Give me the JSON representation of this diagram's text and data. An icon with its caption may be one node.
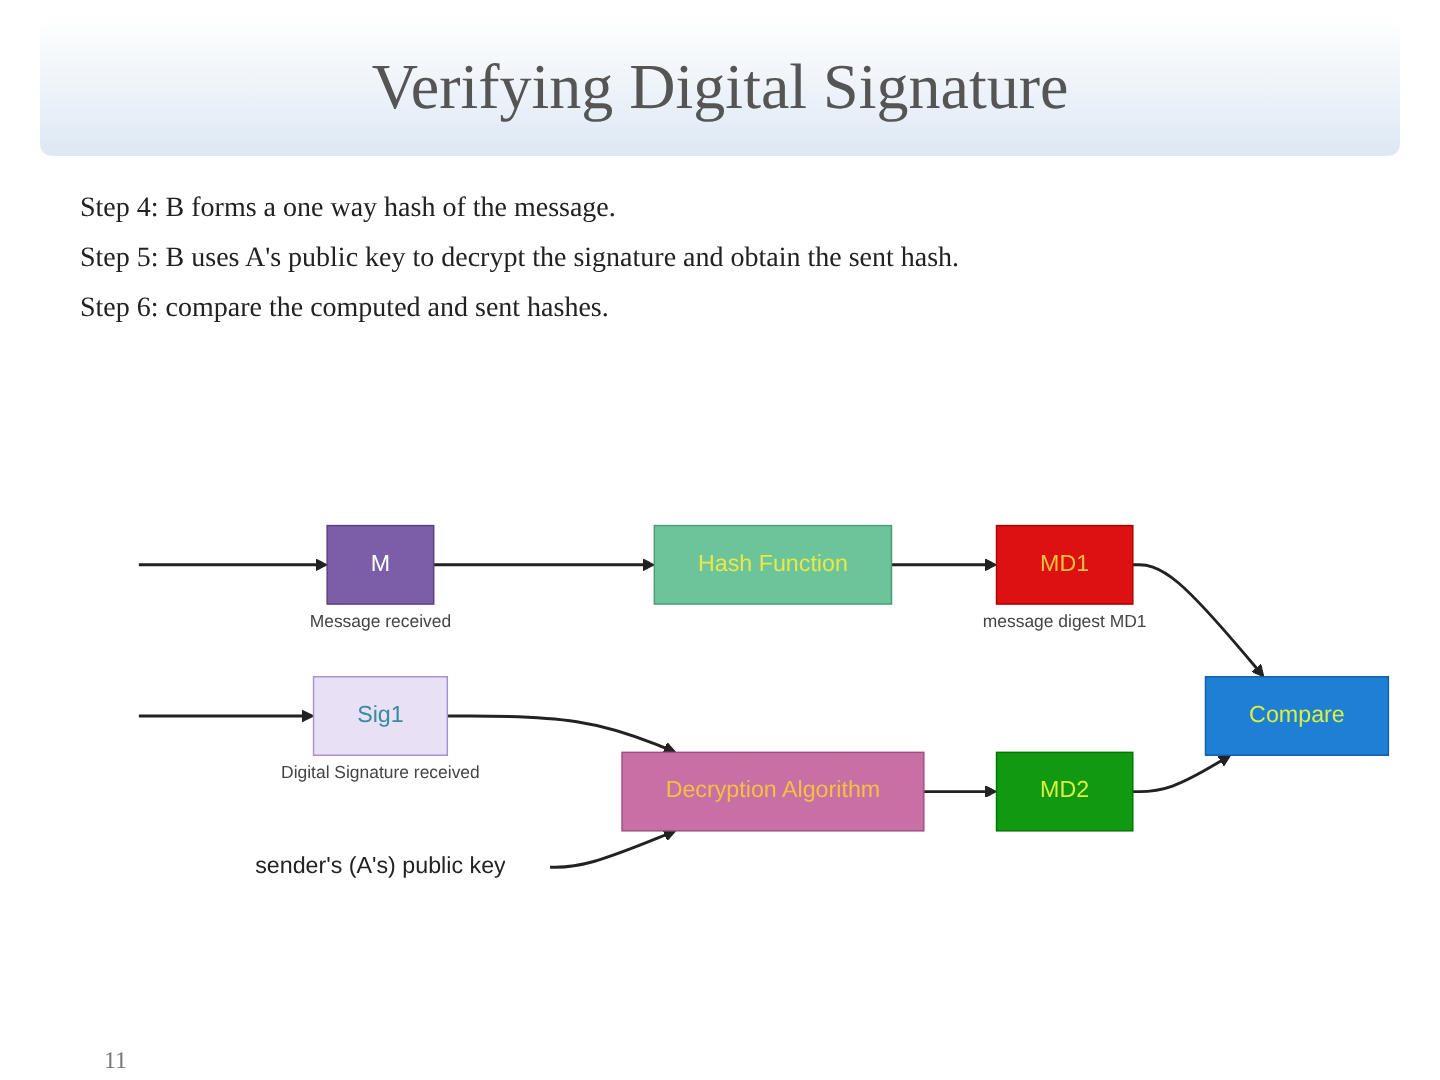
{
  "diagram": {
    "title": "Verifying Digital Signature",
    "nodes": [
      {
        "text": [
          "M"
        ],
        "beside": [
          "Message received"
        ]
      },
      {
        "text": [
          "Hash Function"
        ]
      },
      {
        "text": [
          "MD1"
        ],
        "beside": [
          "message digest MD1"
        ]
      },
      {
        "text": [
          "Sig1"
        ],
        "beside": [
          "Digital Signature received"
        ]
      },
      {
        "text": [
          "Decryption Algorithm"
        ]
      },
      {
        "text": [
          "MD2"
        ]
      },
      {
        "text": [
          "Compare"
        ]
      },
      {
        "text": [
          "sender's (A's) public key"
        ]
      }
    ],
    "edges": [
      {
        "from": null,
        "to": 0,
        "arrow": "to"
      },
      {
        "from": 0,
        "to": 1,
        "arrow": "to"
      },
      {
        "from": 1,
        "to": 2,
        "arrow": "to"
      },
      {
        "from": 2,
        "to": 6,
        "arrow": "to"
      },
      {
        "from": null,
        "to": 3,
        "arrow": "to"
      },
      {
        "from": 3,
        "to": 4,
        "arrow": "to"
      },
      {
        "from": 7,
        "to": 4,
        "arrow": "to"
      },
      {
        "from": 4,
        "to": 5,
        "arrow": "to"
      },
      {
        "from": 5,
        "to": 6,
        "arrow": "to"
      }
    ],
    "labels": [
      "Step 4: B forms a one way hash of the message.",
      "Step 5: B uses A's public key to decrypt the signature and obtain the sent hash.",
      "Step 6: compare the computed and sent hashes.",
      "11"
    ]
  }
}
